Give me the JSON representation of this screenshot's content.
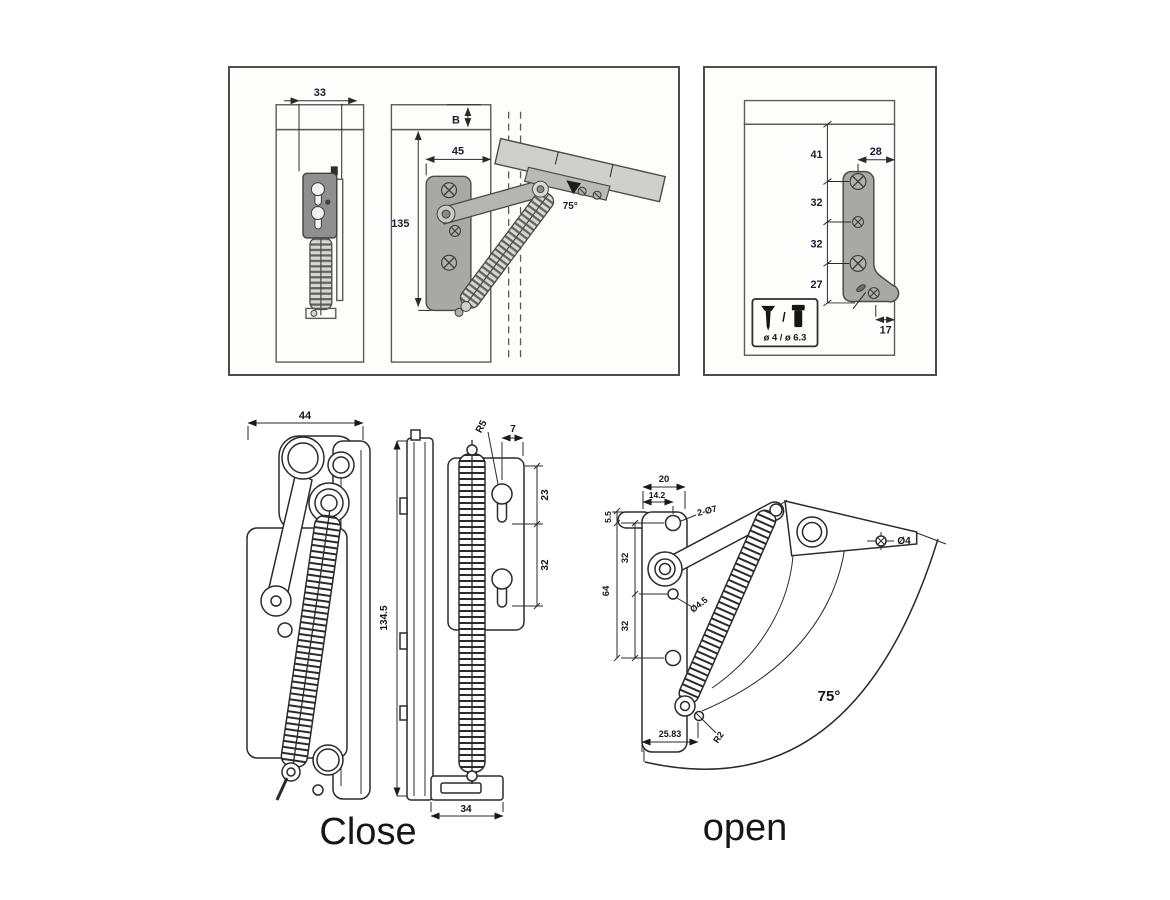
{
  "sheet": {
    "background": "#ffffff"
  },
  "panel_installed": {
    "closed_view": {
      "dim_33": "33"
    },
    "open_view": {
      "dim_B": "B",
      "dim_45": "45",
      "dim_135": "135",
      "angle_75": "75°"
    }
  },
  "panel_drilling": {
    "dim_41": "41",
    "dim_28": "28",
    "dim_32_upper": "32",
    "dim_32_lower": "32",
    "dim_27": "27",
    "dim_17": "17",
    "screw_separator": "/",
    "screw_sizes": "ø 4 / ø 6.3"
  },
  "close_drawing": {
    "caption": "Close",
    "dim_44": "44",
    "dim_134_5": "134.5",
    "dim_R5": "R5",
    "dim_7": "7",
    "dim_23": "23",
    "dim_32": "32",
    "dim_34": "34"
  },
  "open_drawing": {
    "caption": "open",
    "dim_20": "20",
    "dim_14_2": "14.2",
    "dim_5_5": "5.5",
    "dim_32_upper": "32",
    "dim_64": "64",
    "dim_32_lower": "32",
    "dim_2_d7": "2-Ø7",
    "dim_d4_5": "Ø4.5",
    "dim_d4": "Ø4",
    "dim_25_83": "25.83",
    "dim_R2": "R2",
    "angle_75": "75°"
  }
}
